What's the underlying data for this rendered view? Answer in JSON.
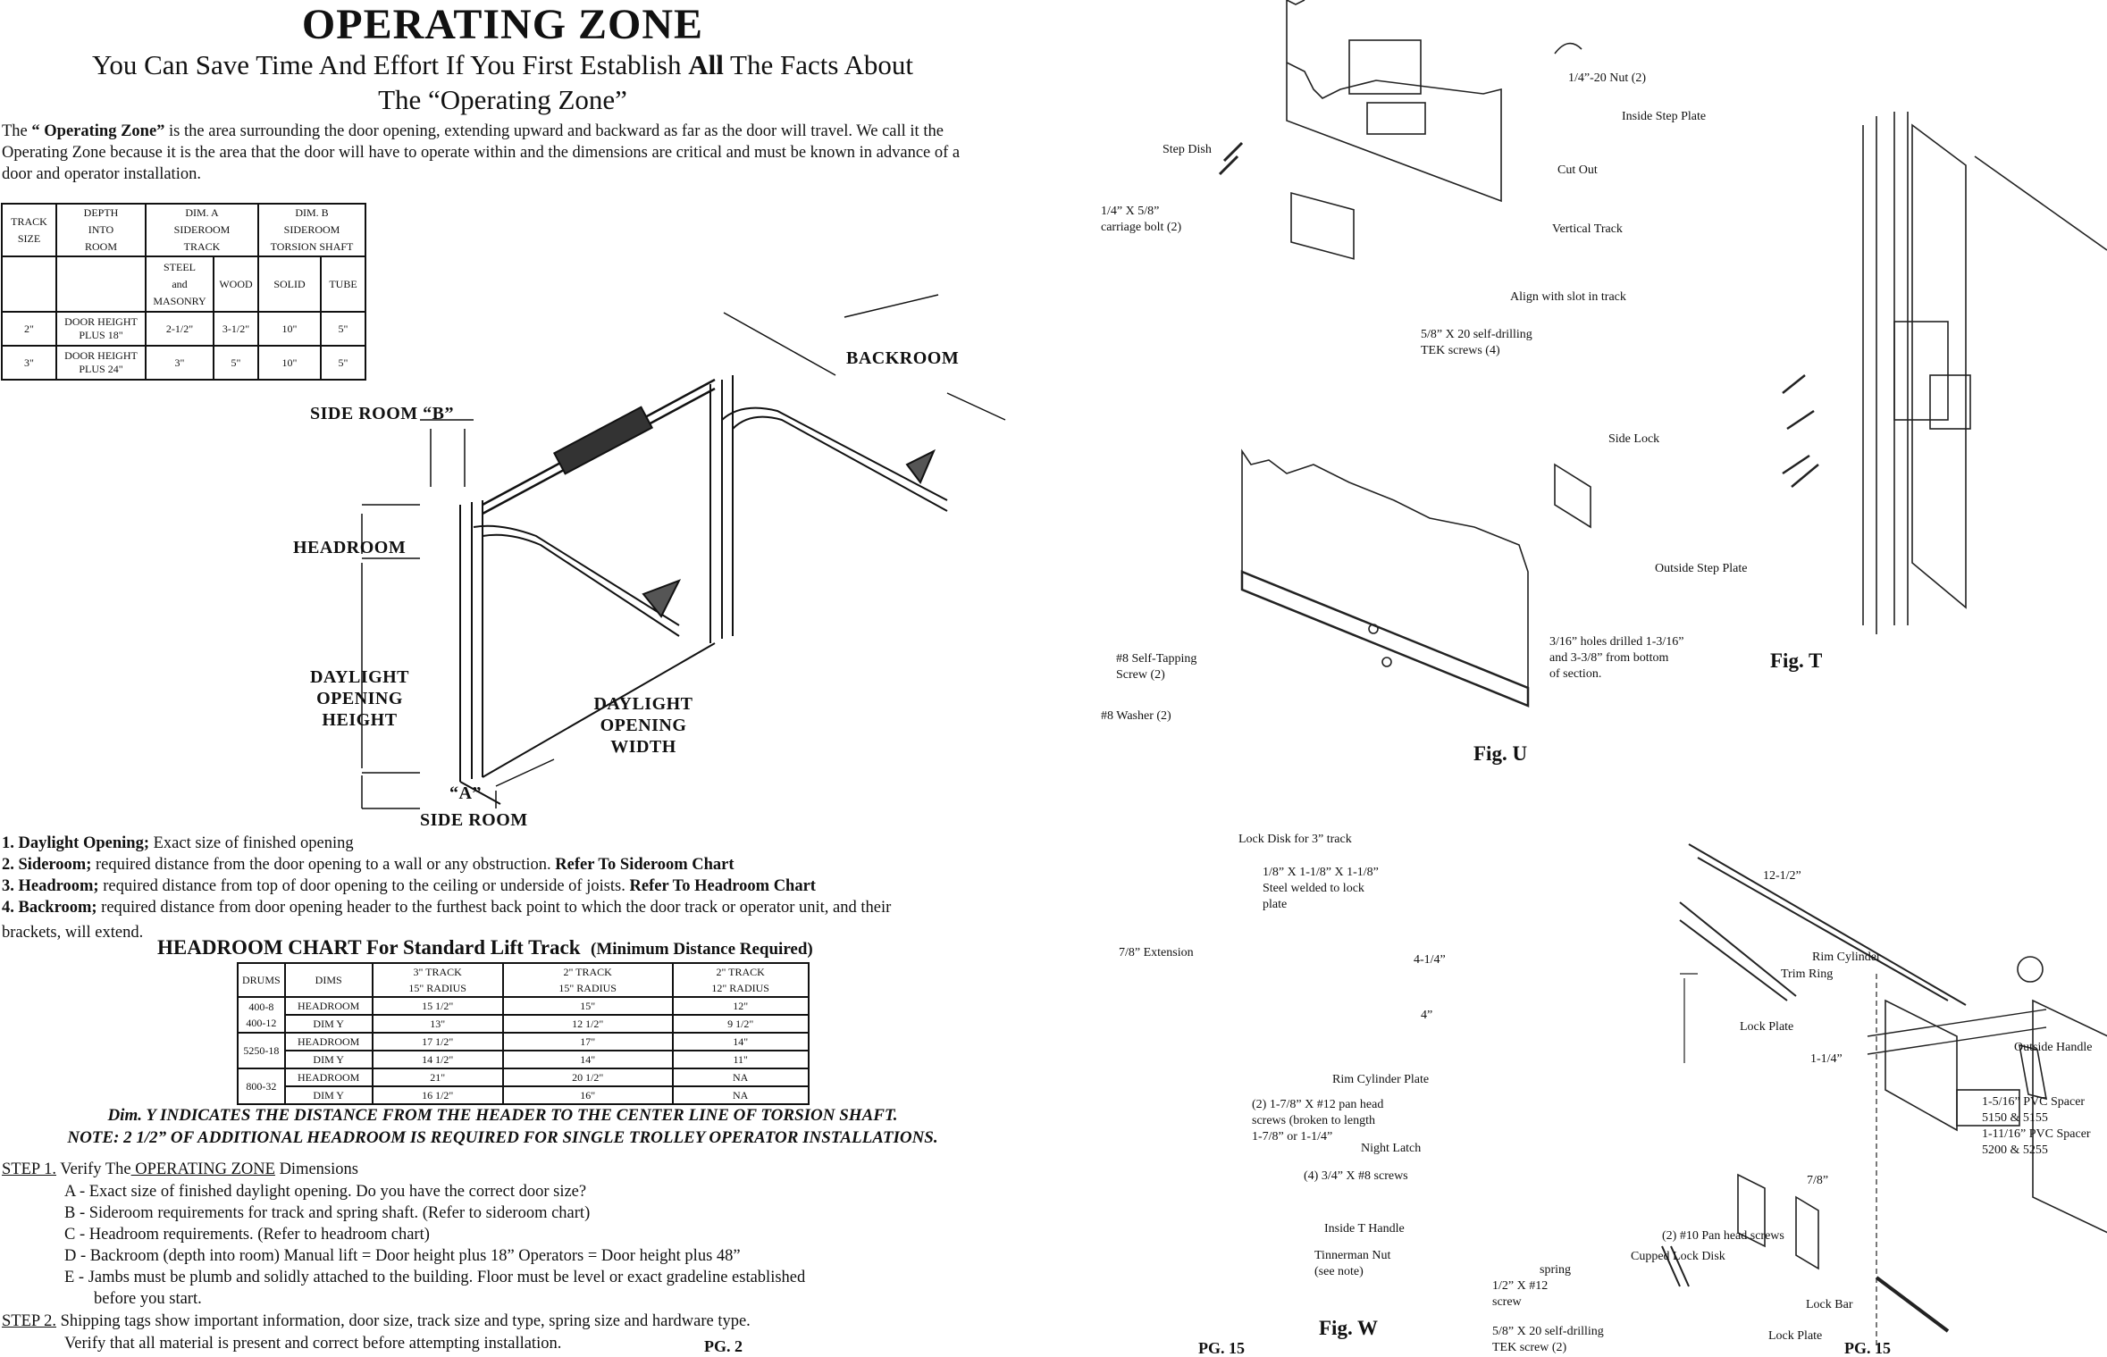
{
  "left_page": {
    "title": "OPERATING ZONE",
    "subtitle_line1_pre": "You Can Save Time And Effort If You First Establish ",
    "subtitle_line1_bold": "All",
    "subtitle_line1_post": " The Facts About",
    "subtitle_line2": "The “Operating Zone”",
    "intro_pre": "The ",
    "intro_bold": "“ Operating Zone”",
    "intro_post": " is the area surrounding the door opening, extending upward and backward as far as the door will travel. We call it the Operating Zone because it is the area that the door will have to operate within and the dimensions are critical and must be known in advance of a door and operator installation.",
    "track_table": {
      "h_track": "TRACK",
      "h_size": "SIZE",
      "h_depth": "DEPTH",
      "h_into": "INTO",
      "h_room": "ROOM",
      "h_dima": "DIM. A",
      "h_sideroom_a": "SIDEROOM",
      "h_track2": "TRACK",
      "h_dimb": "DIM. B",
      "h_sideroom_b": "SIDEROOM",
      "h_torsion": "TORSION SHAFT",
      "h_steel": "STEEL",
      "h_and": "and",
      "h_masonry": "MASONRY",
      "h_wood": "WOOD",
      "h_solid": "SOLID",
      "h_tube": "TUBE",
      "rows": [
        {
          "size": "2\"",
          "depth1": "DOOR HEIGHT",
          "depth2": "PLUS 18\"",
          "steel": "2-1/2\"",
          "wood": "3-1/2\"",
          "solid": "10\"",
          "tube": "5\""
        },
        {
          "size": "3\"",
          "depth1": "DOOR HEIGHT",
          "depth2": "PLUS 24\"",
          "steel": "3\"",
          "wood": "5\"",
          "solid": "10\"",
          "tube": "5\""
        }
      ]
    },
    "diagram": {
      "backroom": "BACKROOM",
      "side_room_b": "SIDE ROOM  “B”",
      "headroom": "HEADROOM",
      "daylight_height_1": "DAYLIGHT",
      "daylight_height_2": "OPENING",
      "daylight_height_3": "HEIGHT",
      "daylight_width_1": "DAYLIGHT",
      "daylight_width_2": "OPENING",
      "daylight_width_3": "WIDTH",
      "a_label": "“A”",
      "side_room": "SIDE ROOM"
    },
    "definitions": [
      {
        "num": "1. Daylight Opening;",
        "text": " Exact size of finished opening",
        "ref": ""
      },
      {
        "num": "2. Sideroom;",
        "text": " required distance from the door opening to a wall or any obstruction. ",
        "ref": "Refer To Sideroom Chart"
      },
      {
        "num": "3. Headroom;",
        "text": " required distance from top of door opening to the ceiling or underside of joists. ",
        "ref": "Refer To Headroom Chart"
      },
      {
        "num": "4. Backroom;",
        "text": " required distance from door opening header to the furthest back point to which the door track or operator unit, and their",
        "ref": ""
      }
    ],
    "definitions_tail": "brackets, will extend.",
    "headroom_title": "HEADROOM  CHART For Standard Lift Track",
    "headroom_title_small": "(Minimum Distance Required)",
    "headroom_table": {
      "h_drums": "DRUMS",
      "h_dims": "DIMS",
      "h_c1a": "3\" TRACK",
      "h_c1b": "15\" RADIUS",
      "h_c2a": "2\" TRACK",
      "h_c2b": "15\" RADIUS",
      "h_c3a": "2\" TRACK",
      "h_c3b": "12\" RADIUS",
      "groups": [
        {
          "drum1": "400-8",
          "drum2": "400-12",
          "r1": [
            "HEADROOM",
            "15 1/2\"",
            "15\"",
            "12\""
          ],
          "r2": [
            "DIM Y",
            "13\"",
            "12 1/2\"",
            "9 1/2\""
          ]
        },
        {
          "drum1": "5250-18",
          "drum2": "",
          "r1": [
            "HEADROOM",
            "17 1/2\"",
            "17\"",
            "14\""
          ],
          "r2": [
            "DIM Y",
            "14 1/2\"",
            "14\"",
            "11\""
          ]
        },
        {
          "drum1": "800-32",
          "drum2": "",
          "r1": [
            "HEADROOM",
            "21\"",
            "20 1/2\"",
            "NA"
          ],
          "r2": [
            "DIM Y",
            "16 1/2\"",
            "16\"",
            "NA"
          ]
        }
      ]
    },
    "note1": "Dim. Y INDICATES THE DISTANCE FROM THE HEADER TO THE CENTER LINE OF TORSION SHAFT.",
    "note2": "NOTE: 2 1/2” OF ADDITIONAL HEADROOM IS REQUIRED FOR SINGLE TROLLEY OPERATOR INSTALLATIONS.",
    "step1_label": "STEP 1.",
    "step1_pre": " Verify The",
    "step1_u": " OPERATING ZONE",
    "step1_post": " Dimensions",
    "step1_items": [
      "A - Exact size of finished daylight opening.  Do you have the correct door size?",
      "B - Sideroom requirements for track and spring shaft.  (Refer to sideroom chart)",
      "C - Headroom requirements.  (Refer to headroom chart)",
      "D - Backroom (depth into room)  Manual lift = Door height plus 18” Operators  = Door height plus 48”",
      "E - Jambs must be plumb and solidly attached to the building.  Floor must be level or exact gradeline established",
      "before you start."
    ],
    "step2_label": "STEP 2.",
    "step2_text": " Shipping tags show important information, door size, track size and type, spring size and hardware type.",
    "step2_line2": "Verify that all material is present and correct before attempting installation.",
    "page_num": "PG. 2"
  },
  "right_page": {
    "fig_t_callouts": {
      "nut": "1/4”-20 Nut (2)",
      "inside_step": "Inside Step Plate",
      "step_dish": "Step Dish",
      "cut_out": "Cut Out",
      "carriage1": "1/4” X 5/8”",
      "carriage2": "carriage bolt (2)",
      "vertical_track": "Vertical Track",
      "align": "Align with slot in track",
      "tek1": "5/8” X 20 self-drilling",
      "tek2": "TEK screws (4)",
      "side_lock": "Side Lock",
      "outside_step": "Outside Step Plate",
      "holes1": "3/16” holes drilled 1-3/16”",
      "holes2": "and 3-3/8” from bottom",
      "holes3": "of section.",
      "self_tap1": "#8 Self-Tapping",
      "self_tap2": "Screw (2)",
      "washer": "#8 Washer (2)"
    },
    "fig_t": "Fig. T",
    "fig_u": "Fig. U",
    "fig_w_callouts": {
      "lock_disk": "Lock Disk for 3” track",
      "steel1": "1/8” X 1-1/8” X 1-1/8”",
      "steel2": "Steel welded to lock",
      "steel3": "plate",
      "ext": "7/8” Extension",
      "dim_12": "12-1/2”",
      "dim_4q": "4-1/4”",
      "dim_4": "4”",
      "rim_cyl": "Rim Cylinder",
      "trim_ring": "Trim Ring",
      "lock_plate": "Lock Plate",
      "outside_handle": "Outside Handle",
      "dim_114": "1-1/4”",
      "rim_cyl_plate": "Rim Cylinder Plate",
      "pan1": "(2) 1-7/8” X #12 pan head",
      "pan2": "screws (broken to length",
      "pan3": "1-7/8” or 1-1/4”",
      "pvc1": "1-5/16” PVC Spacer",
      "pvc2": "5150 & 5155",
      "pvc3": "1-11/16” PVC Spacer",
      "pvc4": "5200 & 5255",
      "night_latch": "Night Latch",
      "screws8": "(4) 3/4” X #8 screws",
      "dim_78": "7/8”",
      "inside_t": "Inside T Handle",
      "pan10": "(2) #10 Pan head screws",
      "tin1": "Tinnerman Nut",
      "tin2": "(see note)",
      "cupped": "Cupped Lock Disk",
      "spring": "spring",
      "screw12a": "1/2” X #12",
      "screw12b": "screw",
      "lock_bar": "Lock Bar",
      "tek20a": "5/8” X 20 self-drilling",
      "tek20b": "TEK screw (2)",
      "lock_plate2": "Lock Plate"
    },
    "fig_w": "Fig. W",
    "page_num_a": "PG. 15",
    "page_num_b": "PG. 15"
  }
}
